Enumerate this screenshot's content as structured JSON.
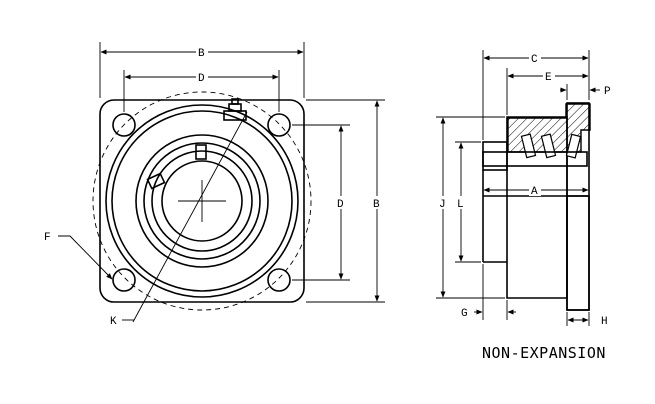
{
  "labels": {
    "front": {
      "B_top": "B",
      "D_top": "D",
      "D_side": "D",
      "B_side": "B",
      "F": "F",
      "K": "K"
    },
    "side": {
      "C": "C",
      "E": "E",
      "P": "P",
      "A": "A",
      "J": "J",
      "L": "L",
      "G": "G",
      "H": "H"
    },
    "caption": "NON-EXPANSION"
  }
}
